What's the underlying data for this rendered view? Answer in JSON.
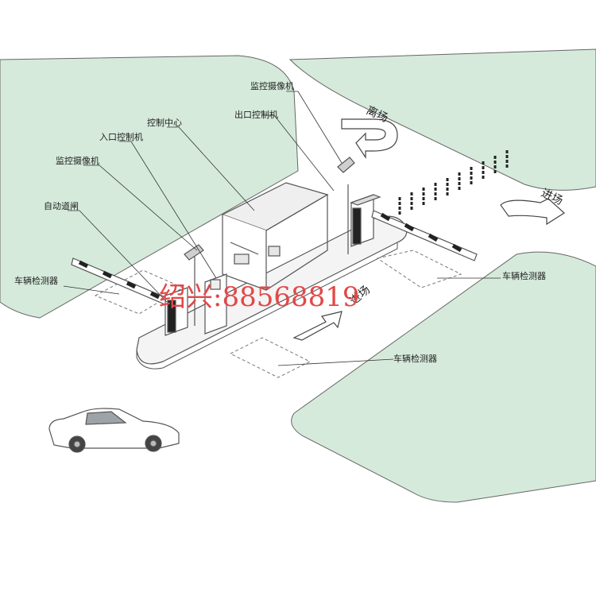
{
  "labels": {
    "monitor_camera_top": "监控摄像机",
    "exit_controller": "出口控制机",
    "control_center": "控制中心",
    "entry_controller": "入口控制机",
    "monitor_camera_left": "监控摄像机",
    "auto_barrier": "自动道闸",
    "vehicle_detector_left": "车辆检测器",
    "vehicle_detector_right": "车辆检测器",
    "vehicle_detector_bottom": "车辆检测器"
  },
  "arrows": {
    "leave": "离场",
    "enter": "进场",
    "enter_mid": "进场"
  },
  "watermark": "绍兴:88568819",
  "colors": {
    "ground": "#d5eadb",
    "stroke": "#555555",
    "watermark": "#e24848"
  }
}
